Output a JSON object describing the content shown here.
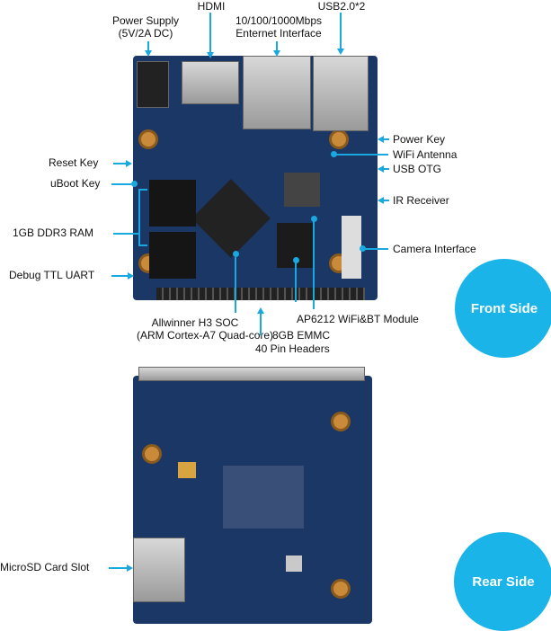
{
  "front": {
    "badge": "Front Side",
    "labels": {
      "power_supply_line1": "Power Supply",
      "power_supply_line2": "(5V/2A DC)",
      "hdmi": "HDMI",
      "ethernet_line1": "10/100/1000Mbps",
      "ethernet_line2": "Enternet Interface",
      "usb": "USB2.0*2",
      "power_key": "Power Key",
      "wifi_antenna": "WiFi Antenna",
      "usb_otg": "USB OTG",
      "ir_receiver": "IR Receiver",
      "camera_interface": "Camera Interface",
      "reset_key": "Reset Key",
      "uboot_key": "uBoot Key",
      "ram": "1GB DDR3 RAM",
      "debug_uart": "Debug TTL UART",
      "soc_line1": "Allwinner H3 SOC",
      "soc_line2": "(ARM Cortex-A7 Quad-core)",
      "pin_headers": "40 Pin Headers",
      "emmc": "8GB EMMC",
      "wifi_module": "AP6212 WiFi&BT Module"
    }
  },
  "rear": {
    "badge": "Rear Side",
    "labels": {
      "microsd": "MicroSD Card Slot"
    }
  },
  "colors": {
    "accent": "#1ab4e8",
    "pcb": "#1a3766",
    "leader": "#1aa8e0"
  }
}
